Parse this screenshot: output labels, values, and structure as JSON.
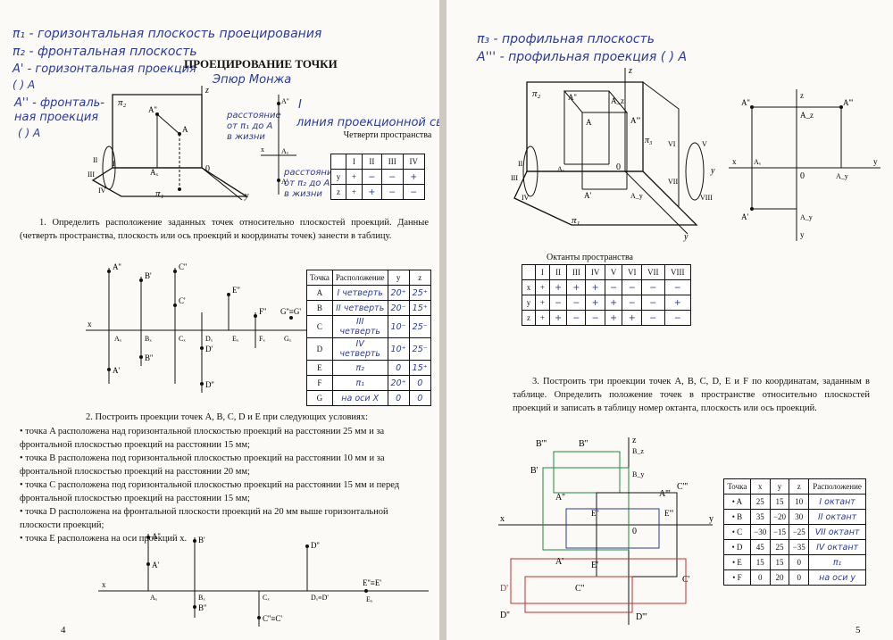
{
  "left_page": {
    "handwritten_notes": [
      "π₁ - горизонтальная плоскость проецирования",
      "π₂ - фронтальная плоскость",
      "A' - горизонтальная проекция",
      "( ) A",
      "Эпюр Монжа",
      "A'' - фронталь-",
      "ная проекция",
      "( ) A",
      "расстояние",
      "от π₁ до A",
      "в жизни",
      "I",
      "линия проекционной связи",
      "расстояние",
      "от π₂ до A",
      "в жизни"
    ],
    "title": "ПРОЕЦИРОВАНИЕ ТОЧКИ",
    "quarters_caption": "Четверти пространства",
    "quarters_table": {
      "headers": [
        "",
        "I",
        "II",
        "III",
        "IV"
      ],
      "rows": [
        [
          "y",
          "+",
          "−",
          "−",
          "+"
        ],
        [
          "z",
          "+",
          "+",
          "−",
          "−"
        ]
      ]
    },
    "task1_text": "1. Определить расположение заданных точек относительно плоскостей проекций. Данные (четверть пространства, плоскость или ось проекций и координаты точек) занести в таблицу.",
    "task1_table": {
      "headers": [
        "Точка",
        "Расположение",
        "y",
        "z"
      ],
      "rows": [
        [
          "A",
          "I четверть",
          "20⁺",
          "25⁺"
        ],
        [
          "B",
          "II четверть",
          "20⁻",
          "15⁺"
        ],
        [
          "C",
          "III четверть",
          "10⁻",
          "25⁻"
        ],
        [
          "D",
          "IV четверть",
          "10⁺",
          "25⁻"
        ],
        [
          "E",
          "π₂",
          "0",
          "15⁺"
        ],
        [
          "F",
          "π₁",
          "20⁺",
          "0"
        ],
        [
          "G",
          "на оси X",
          "0",
          "0"
        ]
      ]
    },
    "task2_title": "2. Построить проекции точек A, B, C, D и E при следующих условиях:",
    "task2_items": [
      "• точка A расположена над горизонтальной плоскостью проекций на расстоянии 25 мм и за фронтальной плоскостью проекций на расстоянии 15 мм;",
      "• точка B расположена под горизонтальной плоскостью проекций на расстоянии 10 мм и за фронтальной плоскостью проекций на расстоянии 20 мм;",
      "• точка C расположена под горизонтальной плоскостью проекций на расстоянии 15 мм и перед фронтальной плоскостью проекций на расстоянии 15 мм;",
      "• точка D расположена на фронтальной плоскости проекций на 20 мм выше горизонтальной плоскости проекций;",
      "• точка E расположена на оси проекций x."
    ],
    "page_number": "4"
  },
  "right_page": {
    "handwritten_notes": [
      "π₃ - профильная плоскость",
      "A''' - профильная проекция ( ) A"
    ],
    "octants_caption": "Октанты пространства",
    "octants_table": {
      "headers": [
        "",
        "I",
        "II",
        "III",
        "IV",
        "V",
        "VI",
        "VII",
        "VIII"
      ],
      "rows": [
        [
          "x",
          "+",
          "+",
          "+",
          "+",
          "−",
          "−",
          "−",
          "−"
        ],
        [
          "y",
          "+",
          "−",
          "−",
          "+",
          "+",
          "−",
          "−",
          "+"
        ],
        [
          "z",
          "+",
          "+",
          "−",
          "−",
          "+",
          "+",
          "−",
          "−"
        ]
      ]
    },
    "task3_text": "3. Построить три проекции точек A, B, C, D, E и F по координатам, заданным в таблице. Определить положение точек в пространстве относительно плоскостей проекций и записать в таблицу номер октанта, плоскость или ось проекций.",
    "task3_table": {
      "headers": [
        "Точка",
        "x",
        "y",
        "z",
        "Расположение"
      ],
      "rows": [
        [
          "• A",
          "25",
          "15",
          "10",
          "I октант"
        ],
        [
          "• B",
          "35",
          "−20",
          "30",
          "II октант"
        ],
        [
          "• C",
          "−30",
          "−15",
          "−25",
          "VII октант"
        ],
        [
          "• D",
          "45",
          "25",
          "−35",
          "IV октант"
        ],
        [
          "• E",
          "15",
          "15",
          "0",
          "π₁"
        ],
        [
          "• F",
          "0",
          "20",
          "0",
          "на оси y"
        ]
      ]
    },
    "page_number": "5"
  }
}
